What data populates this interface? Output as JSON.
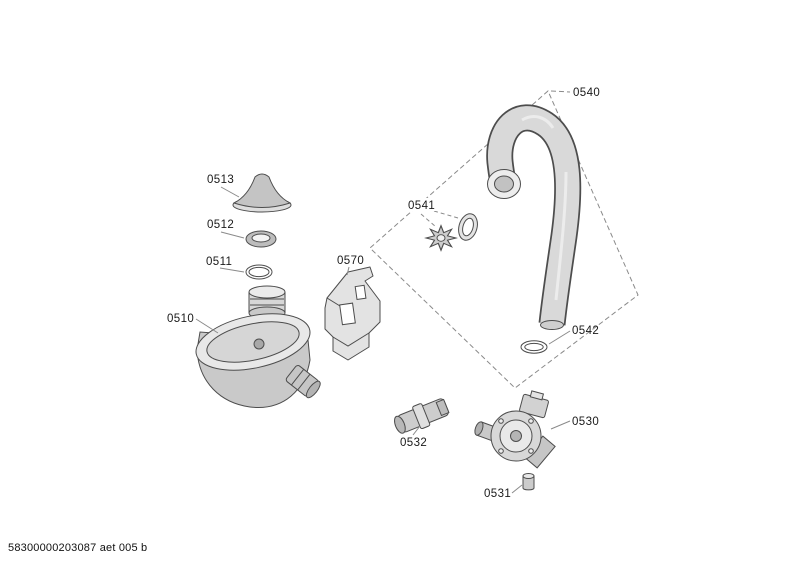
{
  "page": {
    "background": "#ffffff",
    "footer_code": "58300000203087 aet 005 b"
  },
  "diagram": {
    "type": "exploded-parts-diagram",
    "colors": {
      "outline": "#4d4d4d",
      "leader": "#8a8a8a",
      "fill_light": "#e7e7e7",
      "fill_mid": "#cfcfcf",
      "fill_dark": "#bdbdbd",
      "label_text": "#1a1a1a"
    },
    "callouts": [
      "0510",
      "0511",
      "0512",
      "0513",
      "0530",
      "0531",
      "0532",
      "0540",
      "0541",
      "0542",
      "0570"
    ]
  },
  "labels": {
    "p0510": "0510",
    "p0511": "0511",
    "p0512": "0512",
    "p0513": "0513",
    "p0530": "0530",
    "p0531": "0531",
    "p0532": "0532",
    "p0540": "0540",
    "p0541": "0541",
    "p0542": "0542",
    "p0570": "0570"
  }
}
